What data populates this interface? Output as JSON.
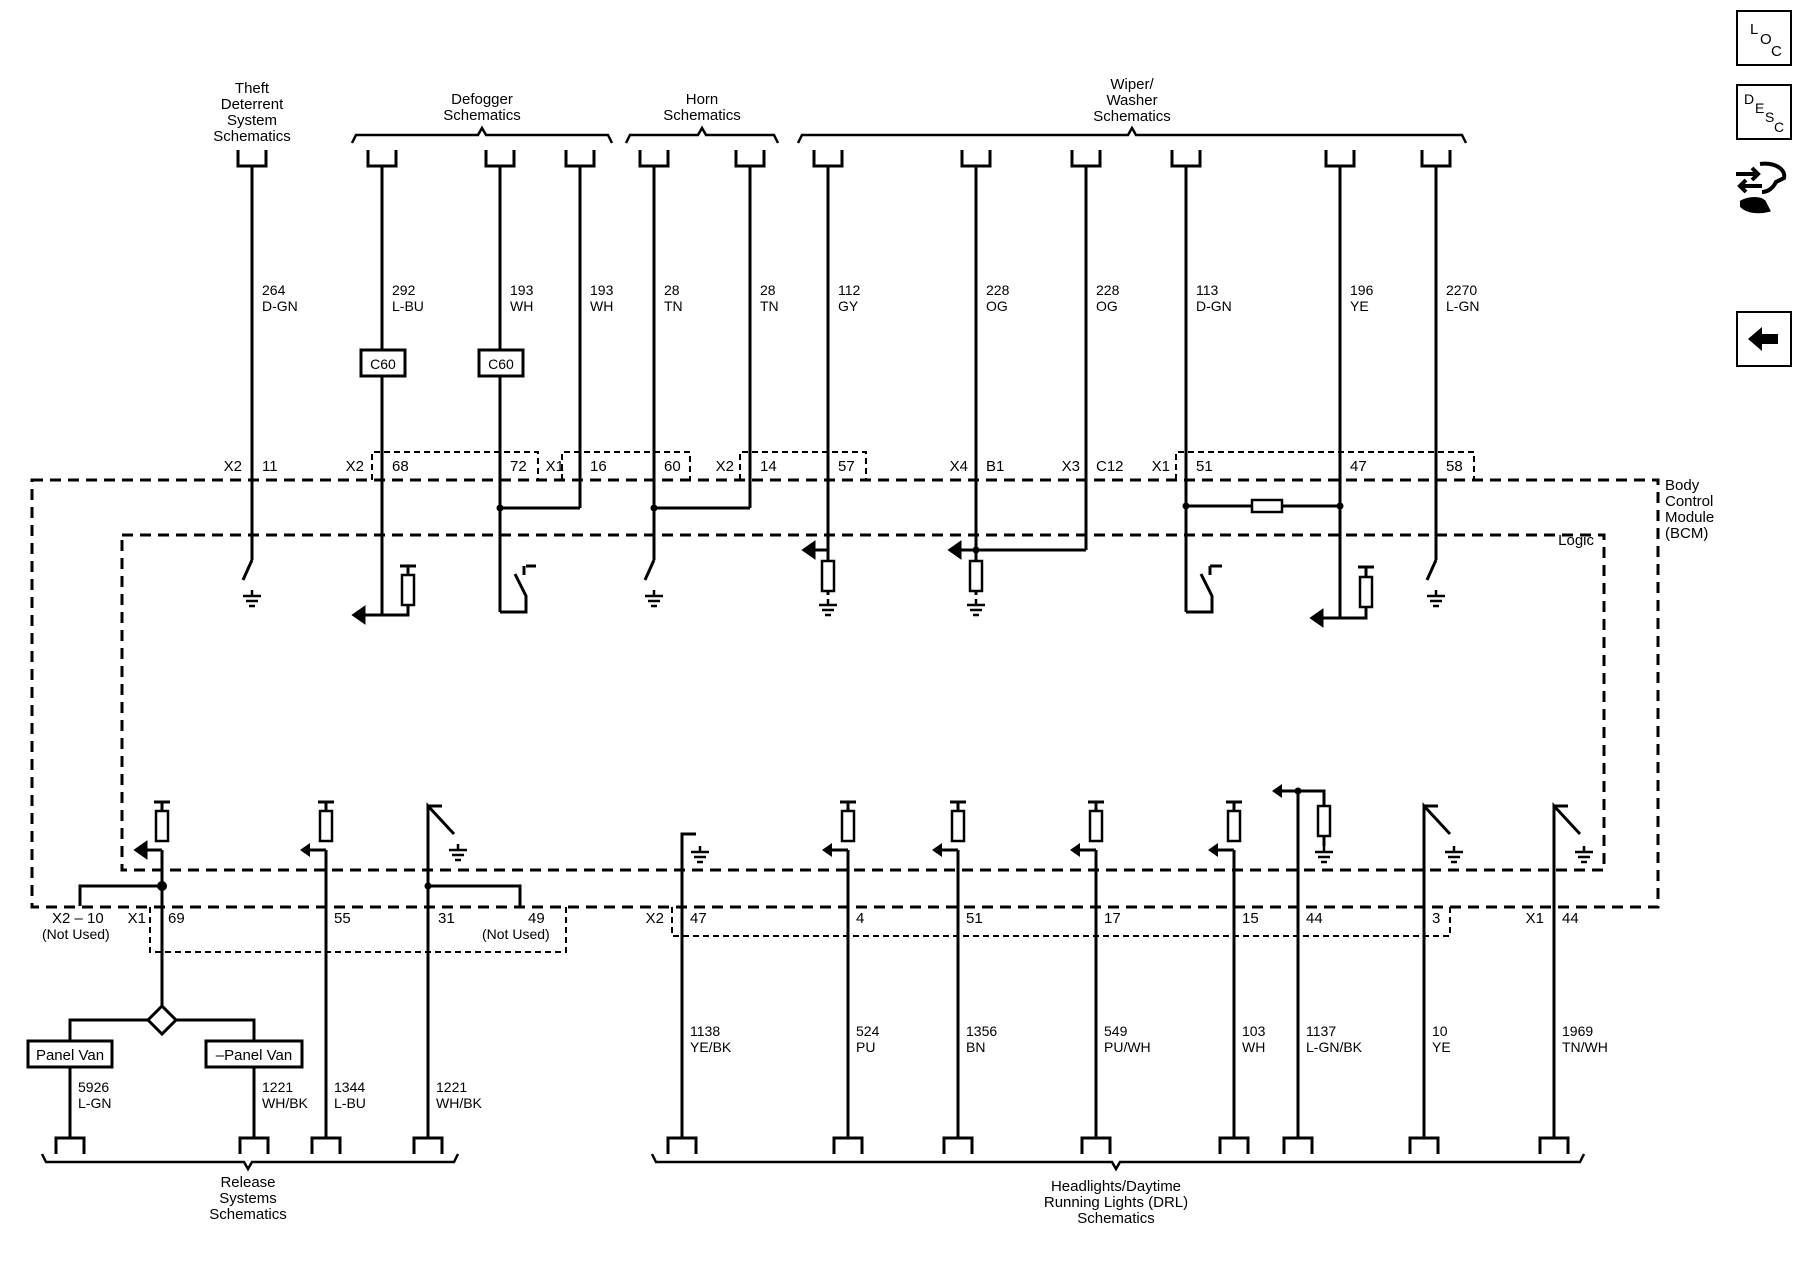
{
  "nav": {
    "loc": {
      "l1": "L",
      "l2": "O",
      "l3": "C"
    },
    "desc": {
      "l1": "D",
      "l2": "E",
      "l3": "S",
      "l4": "C"
    }
  },
  "module": {
    "lines": [
      "Body",
      "Control",
      "Module",
      "(BCM)"
    ],
    "logic": "Logic"
  },
  "top_groups": {
    "theft": [
      "Theft",
      "Deterrent",
      "System",
      "Schematics"
    ],
    "defogger": [
      "Defogger",
      "Schematics"
    ],
    "horn": [
      "Horn",
      "Schematics"
    ],
    "wiper": [
      "Wiper/",
      "Washer",
      "Schematics"
    ]
  },
  "top_wires": [
    {
      "circuit": "264",
      "color": "D-GN",
      "connector": "X2",
      "pin": "11"
    },
    {
      "circuit": "292",
      "color": "L-BU",
      "connector": "X2",
      "pin": "68",
      "inline": "C60"
    },
    {
      "circuit": "193",
      "color": "WH",
      "connector": "",
      "pin": "72",
      "inline": "C60"
    },
    {
      "circuit": "193",
      "color": "WH",
      "connector": "X1",
      "pin": "16"
    },
    {
      "circuit": "28",
      "color": "TN",
      "connector": "",
      "pin": "60"
    },
    {
      "circuit": "28",
      "color": "TN",
      "connector": "X2",
      "pin": "14"
    },
    {
      "circuit": "112",
      "color": "GY",
      "connector": "",
      "pin": "57"
    },
    {
      "circuit": "228",
      "color": "OG",
      "connector": "X4",
      "pin": "B1"
    },
    {
      "circuit": "228",
      "color": "OG",
      "connector": "X3",
      "pin": "C12"
    },
    {
      "circuit": "113",
      "color": "D-GN",
      "connector": "X1",
      "pin": "51"
    },
    {
      "circuit": "196",
      "color": "YE",
      "connector": "",
      "pin": "47"
    },
    {
      "circuit": "2270",
      "color": "L-GN",
      "connector": "",
      "pin": "58"
    }
  ],
  "bottom_left": {
    "x2_label": "X2 – 10",
    "not_used": "(Not Used)",
    "x1": "X1",
    "pins": [
      "69",
      "55",
      "31",
      "49"
    ],
    "not_used_2": "(Not Used)",
    "option_panel": "Panel Van",
    "option_no_panel": "–Panel Van",
    "wires": [
      {
        "circuit": "5926",
        "color": "L-GN"
      },
      {
        "circuit": "1221",
        "color": "WH/BK"
      },
      {
        "circuit": "1344",
        "color": "L-BU"
      },
      {
        "circuit": "1221",
        "color": "WH/BK"
      }
    ],
    "group": [
      "Release",
      "Systems",
      "Schematics"
    ]
  },
  "bottom_right": {
    "x2": "X2",
    "x1": "X1",
    "wires": [
      {
        "pin": "47",
        "circuit": "1138",
        "color": "YE/BK"
      },
      {
        "pin": "4",
        "circuit": "524",
        "color": "PU"
      },
      {
        "pin": "51",
        "circuit": "1356",
        "color": "BN"
      },
      {
        "pin": "17",
        "circuit": "549",
        "color": "PU/WH"
      },
      {
        "pin": "15",
        "circuit": "103",
        "color": "WH"
      },
      {
        "pin": "44",
        "circuit": "1137",
        "color": "L-GN/BK"
      },
      {
        "pin": "3",
        "circuit": "10",
        "color": "YE"
      },
      {
        "pin": "44",
        "circuit": "1969",
        "color": "TN/WH"
      }
    ],
    "group": [
      "Headlights/Daytime",
      "Running Lights (DRL)",
      "Schematics"
    ]
  }
}
